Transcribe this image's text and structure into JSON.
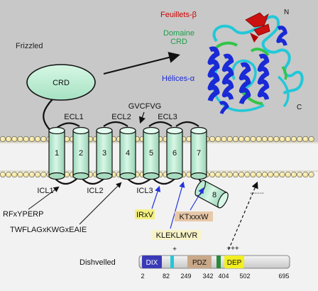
{
  "labels": {
    "receptor": "Frizzled",
    "crd": "CRD",
    "feuillets": "Feuillets-β",
    "domaine_crd": [
      "Domaine",
      "CRD"
    ],
    "helices": "Hélices-α",
    "n_term": "N",
    "c_term": "C",
    "motif_gvcfvg": "GVCFVG",
    "dishevelled": "Dishvelled",
    "dashes": "------"
  },
  "loops": {
    "extracellular": [
      "ECL1",
      "ECL2",
      "ECL3"
    ],
    "intracellular": [
      "ICL1",
      "ICL2",
      "ICL3"
    ]
  },
  "helices": [
    "1",
    "2",
    "3",
    "4",
    "5",
    "6",
    "7"
  ],
  "helix8": "8",
  "motifs": {
    "rfxyperp": "RFxYPERP",
    "twflag": "TWFLAGxKWGxEAIE",
    "irxv": "IRxV",
    "kleklmvr": "KLEKLMVR",
    "ktxxxw": "KTxxxW"
  },
  "dvl": {
    "domains": [
      "DIX",
      "PDZ",
      "DEP"
    ],
    "charges": [
      "+",
      "+++"
    ],
    "positions": [
      "2",
      "82",
      "249",
      "342",
      "404",
      "502",
      "695"
    ]
  },
  "colors": {
    "cytoplasm": "#f2f2f2",
    "extracellular": "#c8c8c8",
    "helix_fill": "#c8f2dc",
    "beta_sheet": "#cc1111",
    "alpha_helix": "#1a2ad6",
    "loop_cyan": "#22c8d8",
    "dix": "#3a3ab8",
    "pdz": "#c8a888",
    "dep": "#f2ee22",
    "irxv_box": "#f4f080",
    "ktxxxw_box": "#e8c8a8",
    "kleklmvr_box": "#f8f4c8"
  }
}
